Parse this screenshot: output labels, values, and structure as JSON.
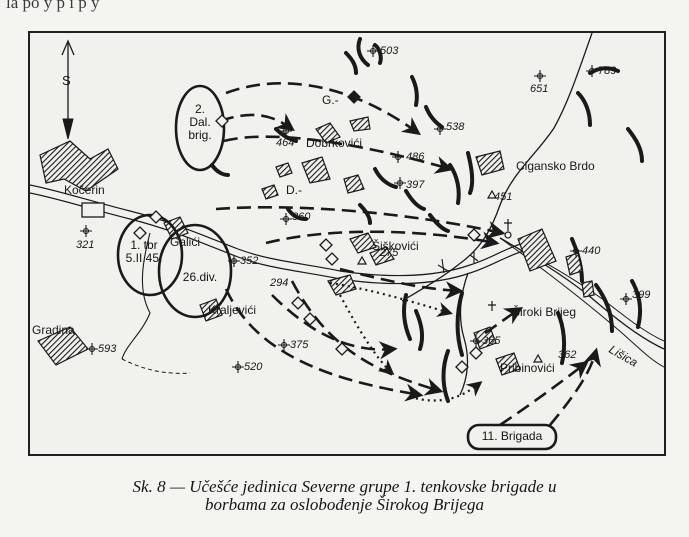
{
  "page_header_fragment": "la po       y p          i        p           y",
  "map": {
    "north_arrow_label": "S",
    "places": [
      {
        "id": "kocerin",
        "text": "Kočerin"
      },
      {
        "id": "galici",
        "text": "Galići"
      },
      {
        "id": "dobrkovici",
        "text": "Dobrkovići"
      },
      {
        "id": "g",
        "text": "G.-"
      },
      {
        "id": "d",
        "text": "D.-"
      },
      {
        "id": "siskovici",
        "text": "Šiškovići"
      },
      {
        "id": "ciganskobrdo",
        "text": "Cigansko Brdo"
      },
      {
        "id": "sirokibrijeg",
        "text": "Široki Brijeg"
      },
      {
        "id": "kraljevici",
        "text": "Kraljevići"
      },
      {
        "id": "gradina",
        "text": "Gradina"
      },
      {
        "id": "pribinovici",
        "text": "Pribinovići"
      },
      {
        "id": "lisica",
        "text": "Lišica"
      }
    ],
    "heights": [
      "503",
      "789",
      "651",
      "538",
      "486",
      "464",
      "397",
      "451",
      "440",
      "399",
      "360",
      "321",
      "352",
      "275",
      "294",
      "375",
      "520",
      "593",
      "365",
      "362"
    ],
    "units": {
      "dal_brig": [
        "2.",
        "Dal.",
        "brig."
      ],
      "first_tbr": [
        "1. tbr",
        "5.II.45."
      ],
      "div26": "26.div.",
      "brigade11": "11. Brigada"
    },
    "colors": {
      "ink": "#1a1a1a",
      "paper": "#f1f1ed"
    }
  },
  "caption": {
    "line1": "Sk. 8 — Učešće jedinica Severne grupe 1. tenkovske brigade u",
    "line2": "borbama za oslobođenje Širokog Brijega"
  }
}
